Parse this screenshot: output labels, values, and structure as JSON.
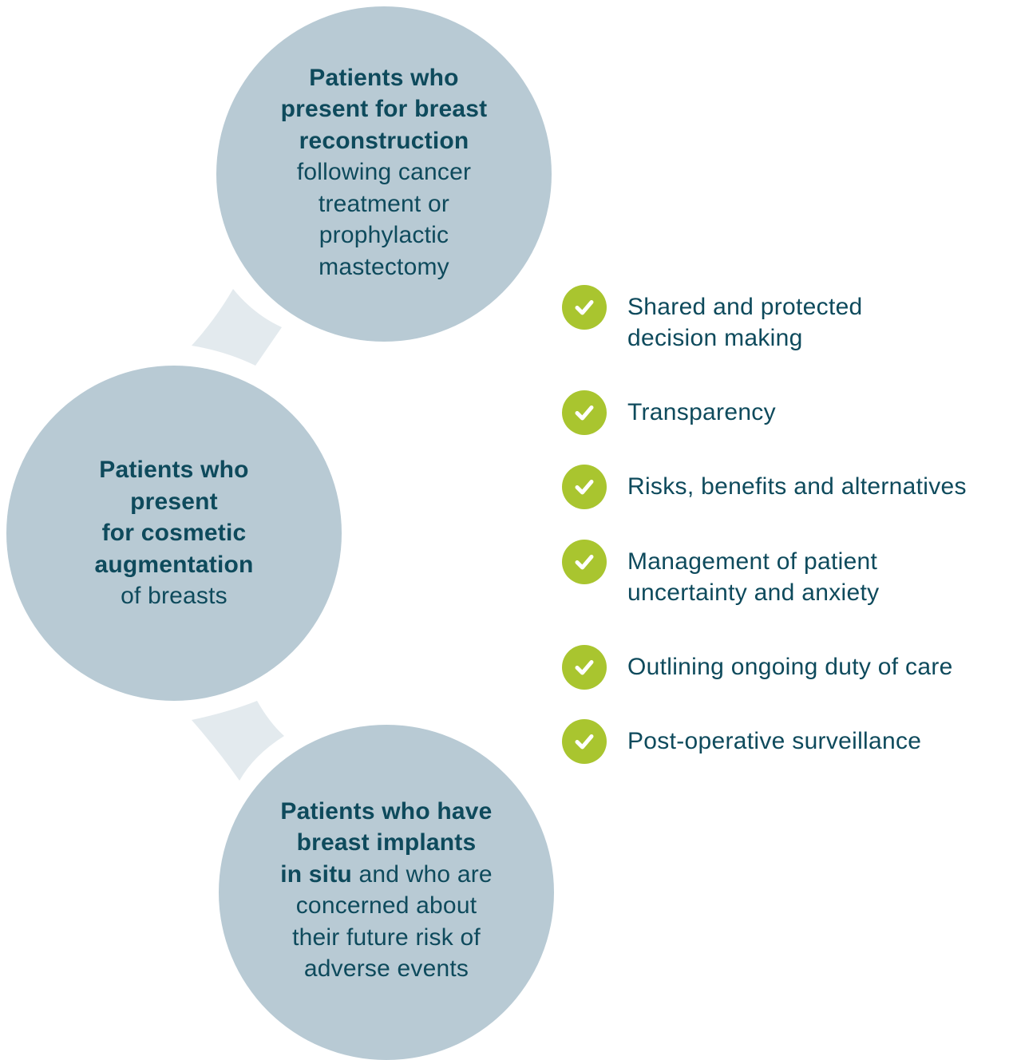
{
  "colors": {
    "circle_fill": "#b8cad4",
    "connector_fill": "#e3eaee",
    "text": "#0e4a5c",
    "check_fill": "#a9c52f",
    "check_mark": "#ffffff"
  },
  "circles": [
    {
      "bold_lines": [
        "Patients who",
        "present for breast",
        "reconstruction"
      ],
      "regular_lines": [
        "following cancer",
        "treatment or",
        "prophylactic",
        "mastectomy"
      ]
    },
    {
      "bold_lines": [
        "Patients who",
        "present",
        "for cosmetic",
        "augmentation"
      ],
      "regular_lines": [
        "of breasts"
      ]
    },
    {
      "bold_lines": [
        "Patients who have",
        "breast implants"
      ],
      "mixed_line": {
        "bold": "in situ",
        "regular": " and who are"
      },
      "regular_lines": [
        "concerned about",
        "their future risk of",
        "adverse events"
      ]
    }
  ],
  "checklist": [
    {
      "icon": "check-icon",
      "lines": [
        "Shared and protected",
        "decision making"
      ]
    },
    {
      "icon": "check-icon",
      "lines": [
        "Transparency"
      ]
    },
    {
      "icon": "check-icon",
      "lines": [
        "Risks, benefits and alternatives"
      ]
    },
    {
      "icon": "check-icon",
      "lines": [
        "Management of patient",
        "uncertainty and anxiety"
      ]
    },
    {
      "icon": "check-icon",
      "lines": [
        "Outlining ongoing duty of care"
      ]
    },
    {
      "icon": "check-icon",
      "lines": [
        "Post-operative surveillance"
      ]
    }
  ]
}
